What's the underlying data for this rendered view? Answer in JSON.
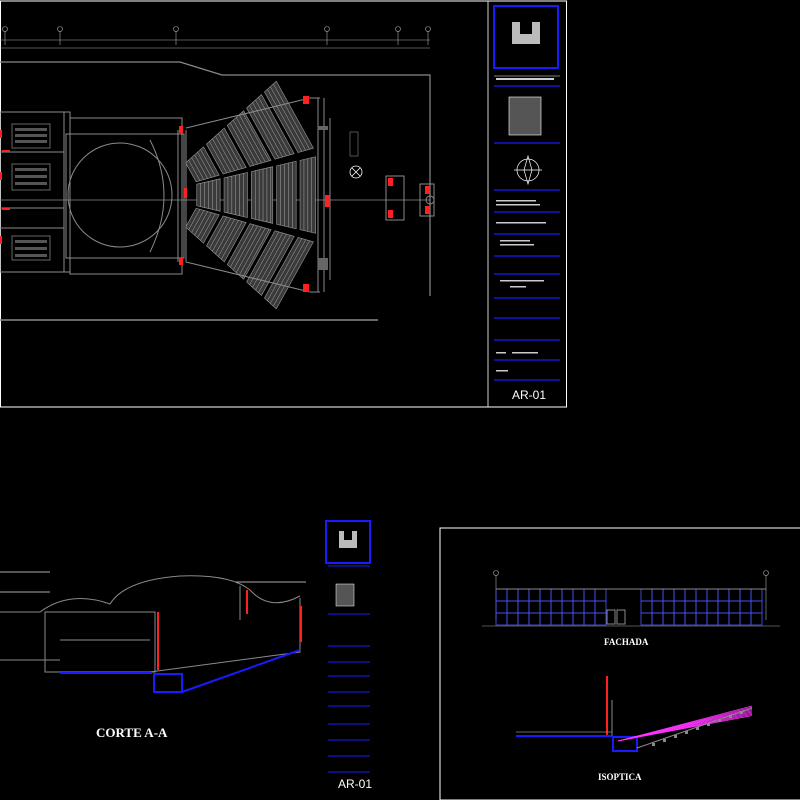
{
  "sheets": {
    "main": {
      "code": "AR-01"
    },
    "section": {
      "code": "AR-01",
      "title": "CORTE A-A"
    },
    "elevation": {
      "facade_title": "FACHADA",
      "isoptic_title": "ISOPTICA"
    }
  },
  "colors": {
    "frame": "#ffffff",
    "blue": "#1a1aff",
    "red": "#ff2020",
    "gray": "#8a8a8a",
    "magenta": "#ff33ff"
  }
}
